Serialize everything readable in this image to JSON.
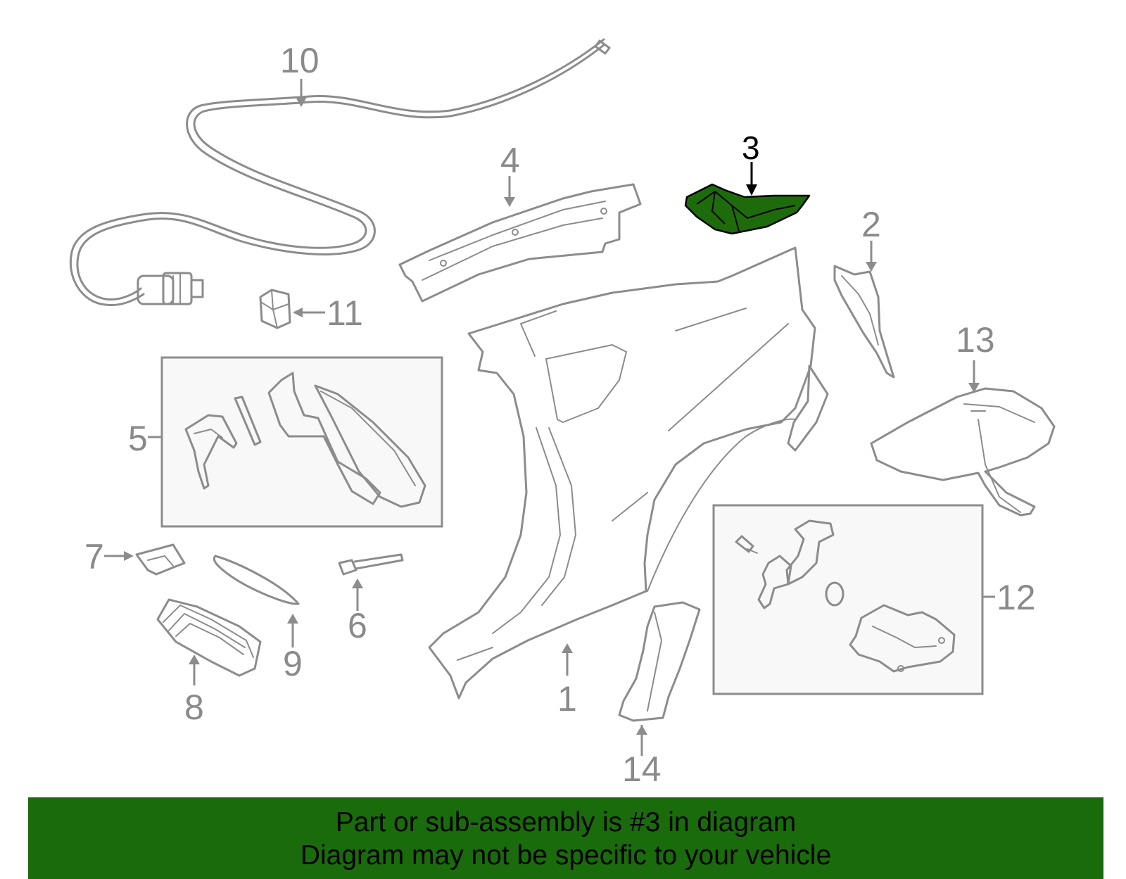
{
  "callouts": {
    "c1": "1",
    "c2": "2",
    "c3": "3",
    "c4": "4",
    "c5": "5",
    "c6": "6",
    "c7": "7",
    "c8": "8",
    "c9": "9",
    "c10": "10",
    "c11": "11",
    "c12": "12",
    "c13": "13",
    "c14": "14"
  },
  "highlight": {
    "part": "3",
    "fill_color": "#1e6b0c",
    "stroke_color": "#000000"
  },
  "colors": {
    "line": "#8c8c8c",
    "banner": "#1a6b0b",
    "box_fill": "#f8f8f8"
  },
  "banner": {
    "line1": "Part or sub-assembly is #3 in diagram",
    "line2": "Diagram may not be specific to your vehicle"
  }
}
